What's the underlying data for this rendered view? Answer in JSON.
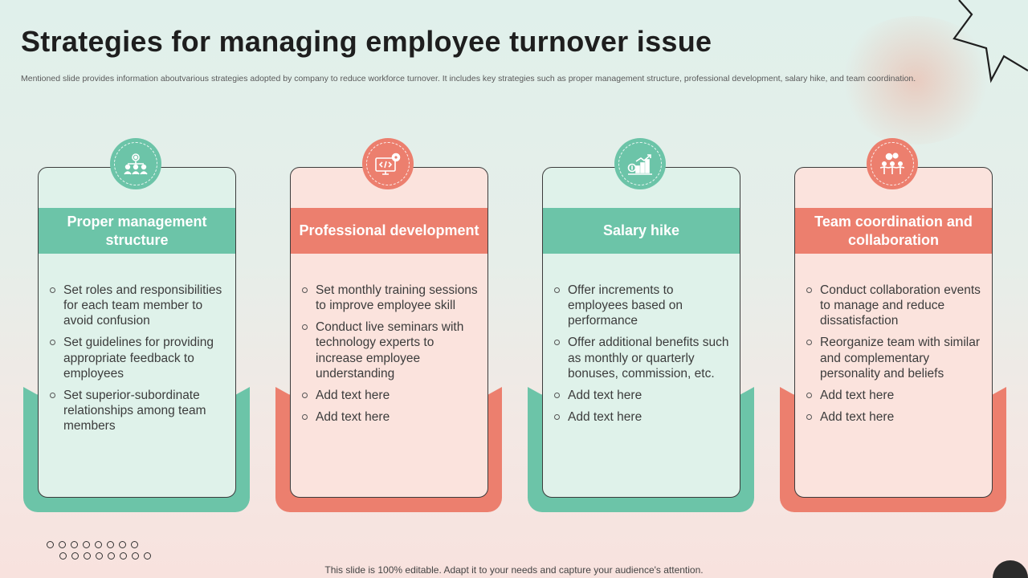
{
  "title": "Strategies for managing employee turnover issue",
  "subtitle": "Mentioned slide provides information aboutvarious strategies adopted by company to reduce workforce turnover. It includes key strategies such as proper management structure, professional development, salary hike, and team coordination.",
  "cards": [
    {
      "heading": "Proper management structure",
      "icon": "team-management-icon",
      "color": "#6cc4a8",
      "bullets": [
        "Set roles and responsibilities for each team member to avoid confusion",
        "Set guidelines for providing appropriate feedback to employees",
        "Set superior-subordinate relationships among team members"
      ]
    },
    {
      "heading": "Professional development",
      "icon": "computer-code-gear-icon",
      "color": "#ec7f6e",
      "bullets": [
        "Set monthly  training sessions to improve employee skill",
        "Conduct live seminars with technology  experts to increase employee understanding",
        "Add text here",
        "Add text here"
      ]
    },
    {
      "heading": "Salary hike",
      "icon": "salary-growth-chart-icon",
      "color": "#6cc4a8",
      "bullets": [
        "Offer increments to employees based on performance",
        "Offer additional benefits such as monthly  or quarterly bonuses, commission, etc.",
        "Add text here",
        "Add text here"
      ]
    },
    {
      "heading": "Team coordination and collaboration",
      "icon": "team-collaboration-gears-icon",
      "color": "#ec7f6e",
      "bullets": [
        "Conduct collaboration events to manage and reduce dissatisfaction",
        "Reorganize team with similar and complementary personality and beliefs",
        "Add text here",
        "Add text here"
      ]
    }
  ],
  "footer": "This slide is 100% editable. Adapt it to your needs and capture your audience's attention."
}
